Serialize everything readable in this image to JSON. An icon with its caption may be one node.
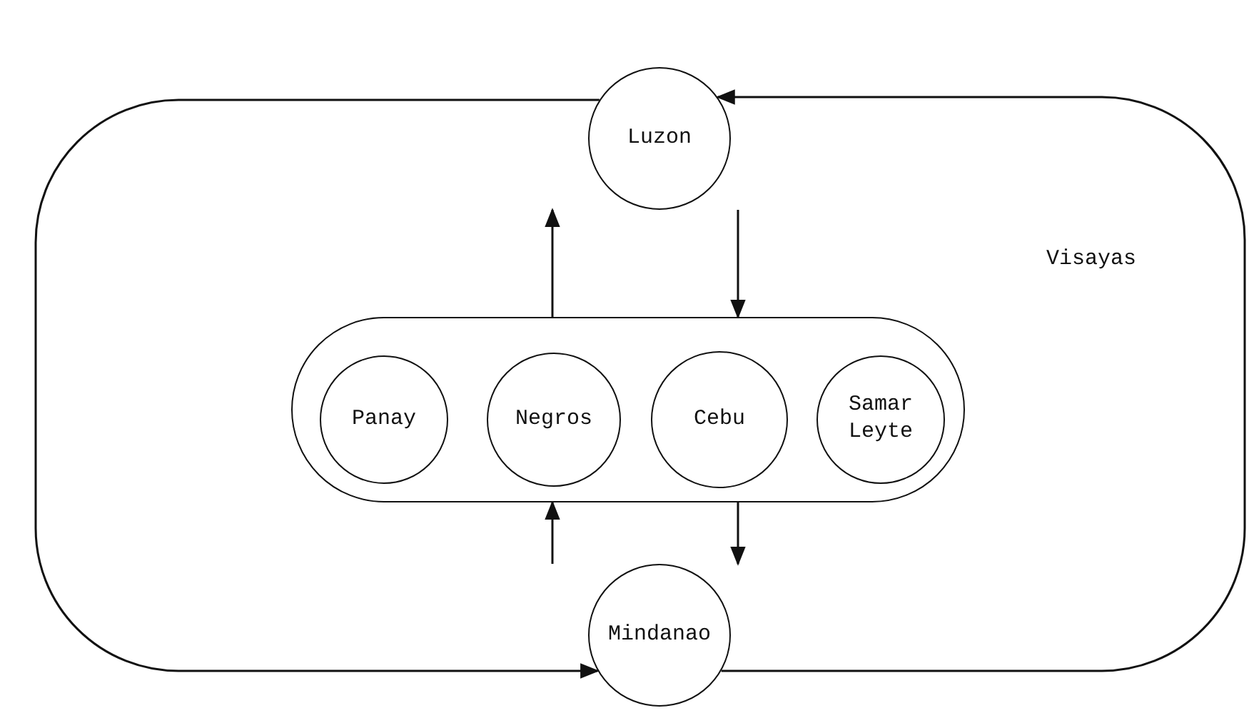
{
  "diagram": {
    "nodes": [
      {
        "text": [
          "Luzon"
        ]
      },
      {
        "text": [],
        "shape": "box"
      },
      {
        "text": [
          "Panay"
        ],
        "in": 1
      },
      {
        "text": [
          "Negros"
        ],
        "in": 1
      },
      {
        "text": [
          "Cebu"
        ],
        "in": 1
      },
      {
        "text": [
          "Samar Leyte"
        ],
        "in": 1
      },
      {
        "text": [
          "Mindanao"
        ]
      }
    ],
    "edges": [
      {
        "from": 0,
        "to": 1,
        "arrow": "to"
      },
      {
        "from": 1,
        "to": 0,
        "arrow": "to"
      },
      {
        "from": 1,
        "to": 6,
        "arrow": "to"
      },
      {
        "from": 6,
        "to": 1,
        "arrow": "to"
      },
      {
        "from": 0,
        "to": 6,
        "arrow": "to"
      },
      {
        "from": 6,
        "to": 0,
        "arrow": "to"
      }
    ],
    "labels": [
      "Visayas"
    ]
  }
}
